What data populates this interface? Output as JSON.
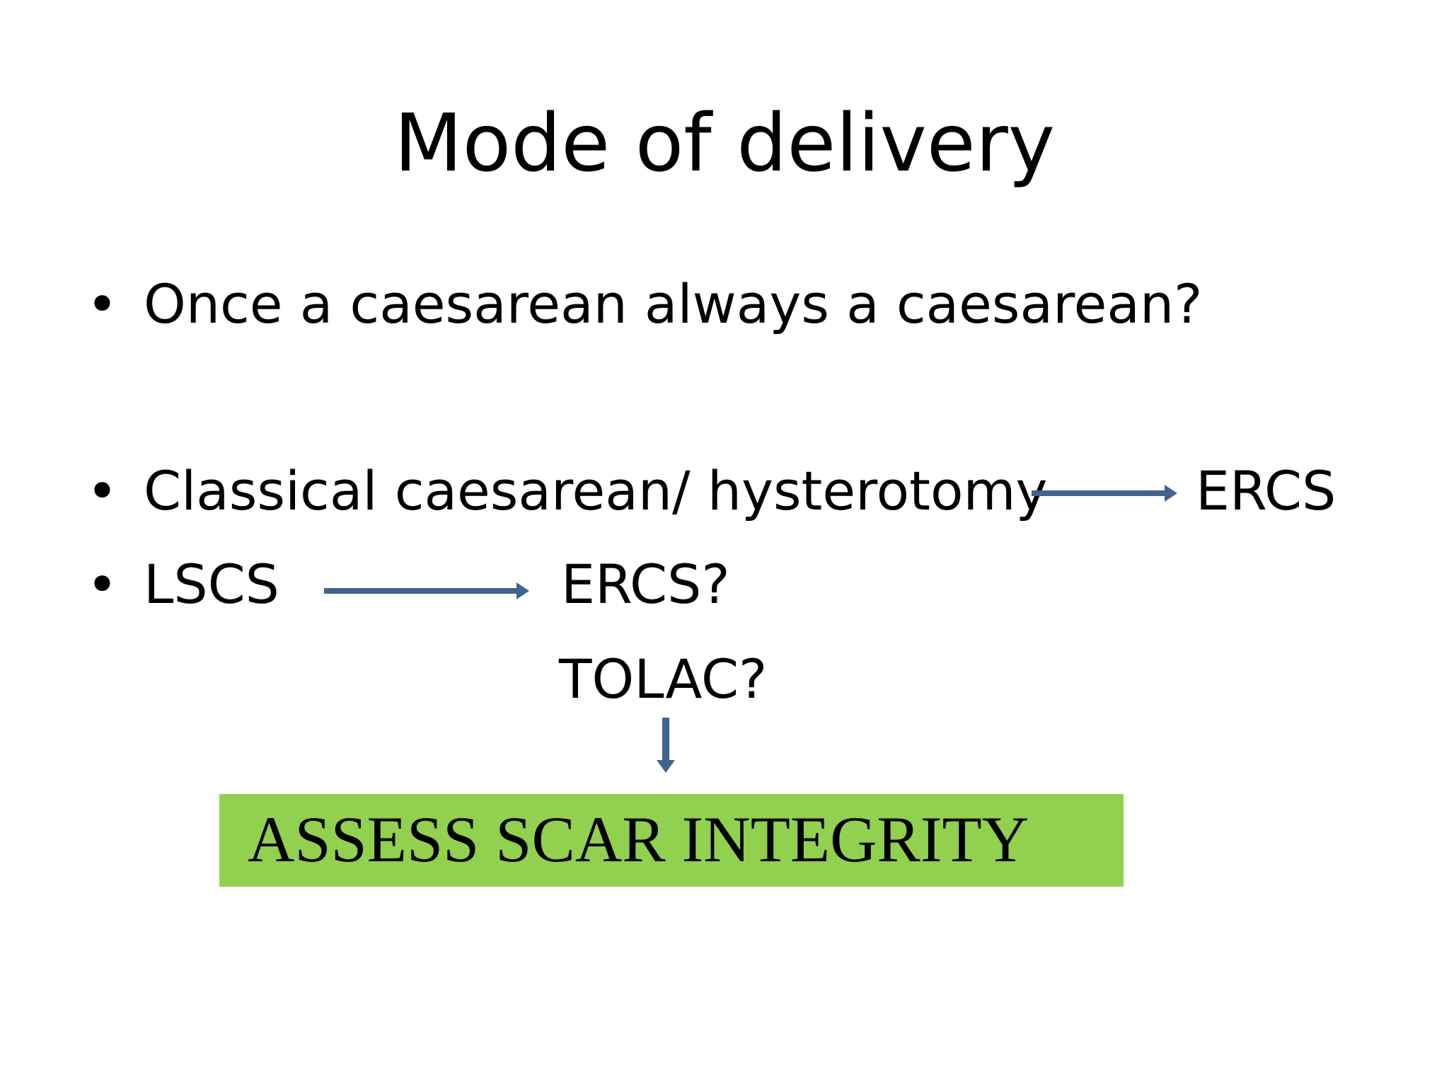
{
  "slide": {
    "title": "Mode of delivery",
    "bullets": [
      {
        "text": "Once a caesarean always a caesarean?"
      },
      {
        "text": "Classical caesarean/ hysterotomy",
        "outcome": "ERCS"
      },
      {
        "text": "LSCS",
        "outcomes": [
          "ERCS?",
          "TOLAC?"
        ]
      }
    ],
    "callout": "ASSESS SCAR INTEGRITY",
    "colors": {
      "arrow": "#41638f",
      "callout_background": "#92d050"
    },
    "icons": {
      "bullet": "bullet-dot-icon",
      "right_arrow": "right-arrow-icon",
      "down_arrow": "down-arrow-icon"
    }
  }
}
